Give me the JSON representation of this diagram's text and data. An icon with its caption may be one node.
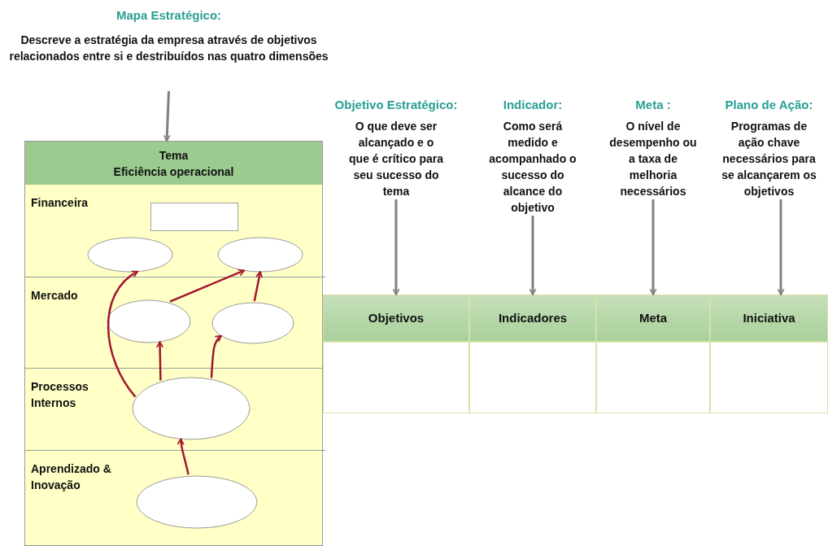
{
  "diagram": {
    "nodes": [
      {
        "text": [
          "Mapa Estratégico:",
          "Descreve a estratégia da empresa através de objetivos relacionados entre si e destribuídos nas quatro dimensões"
        ]
      },
      {
        "text": [
          "Tema",
          "Eficiência operacional"
        ]
      },
      {
        "text": [
          "Financeira"
        ],
        "in": 1
      },
      {
        "text": [
          "Mercado"
        ],
        "in": 1
      },
      {
        "text": [
          "Processos Internos"
        ],
        "in": 1
      },
      {
        "text": [
          "Aprendizado & Inovação"
        ],
        "in": 1
      },
      {
        "text": [],
        "shape": "box",
        "in": 2
      },
      {
        "text": [],
        "shape": "ellipse",
        "in": 2
      },
      {
        "text": [],
        "shape": "ellipse",
        "in": 2
      },
      {
        "text": [],
        "shape": "ellipse",
        "in": 3
      },
      {
        "text": [],
        "shape": "ellipse",
        "in": 3
      },
      {
        "text": [],
        "shape": "ellipse",
        "in": 4
      },
      {
        "text": [],
        "shape": "ellipse",
        "in": 5
      },
      {
        "text": [
          "Objetivo Estratégico:",
          "O que deve ser alcançado e o que é crítico para seu sucesso do tema"
        ]
      },
      {
        "text": [
          "Indicador:",
          "Como será medido e acompanhado o sucesso do alcance do objetivo"
        ]
      },
      {
        "text": [
          "Meta :",
          "O nível de desempenho ou a taxa de melhoria necessários"
        ]
      },
      {
        "text": [
          "Plano de Ação:",
          "Programas de ação chave necessários para se alcançarem os objetivos"
        ]
      },
      {
        "text": [
          "Objetivos"
        ]
      },
      {
        "text": [
          "Indicadores"
        ]
      },
      {
        "text": [
          "Meta"
        ]
      },
      {
        "text": [
          "Iniciativa"
        ]
      },
      {
        "text": [],
        "shape": "box"
      },
      {
        "text": [],
        "shape": "box"
      },
      {
        "text": [],
        "shape": "box"
      },
      {
        "text": [],
        "shape": "box"
      }
    ],
    "edges": [
      {
        "from": 0,
        "to": 1,
        "arrow": "to",
        "color": "#808080"
      },
      {
        "from": 11,
        "to": 7,
        "arrow": "to",
        "color": "#a3172f"
      },
      {
        "from": 11,
        "to": 9,
        "arrow": "to",
        "color": "#a3172f"
      },
      {
        "from": 11,
        "to": 10,
        "arrow": "to",
        "color": "#a3172f"
      },
      {
        "from": 9,
        "to": 8,
        "arrow": "to",
        "color": "#a3172f"
      },
      {
        "from": 10,
        "to": 8,
        "arrow": "to",
        "color": "#a3172f"
      },
      {
        "from": 12,
        "to": 11,
        "arrow": "to",
        "color": "#a3172f"
      },
      {
        "from": 13,
        "to": 17,
        "arrow": "to",
        "color": "#808080"
      },
      {
        "from": 14,
        "to": 18,
        "arrow": "to",
        "color": "#808080"
      },
      {
        "from": 15,
        "to": 19,
        "arrow": "to",
        "color": "#808080"
      },
      {
        "from": 16,
        "to": 20,
        "arrow": "to",
        "color": "#808080"
      }
    ]
  }
}
